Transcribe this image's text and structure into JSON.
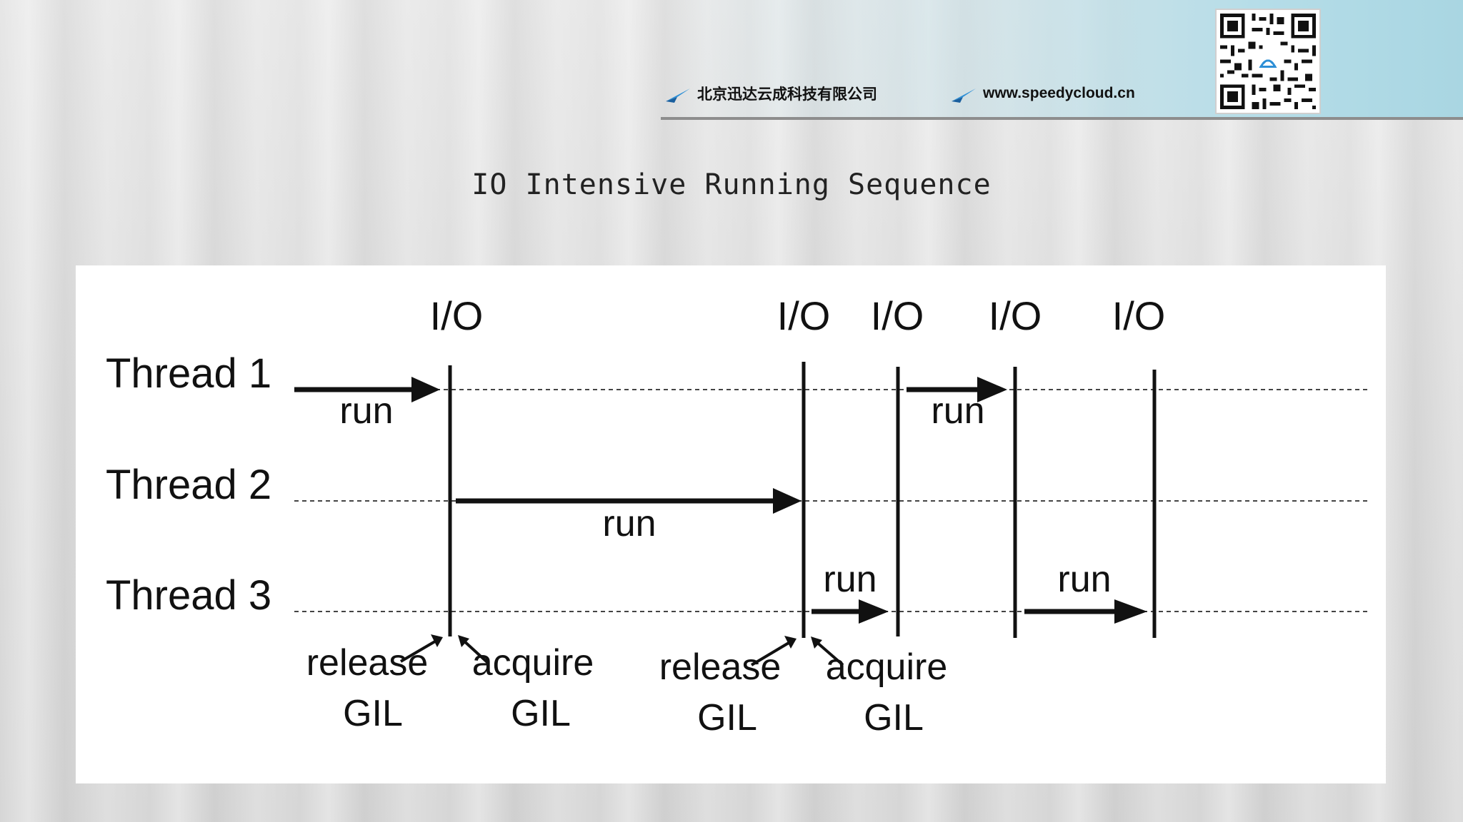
{
  "header": {
    "company_name": "北京迅达云成科技有限公司",
    "website": "www.speedycloud.cn",
    "qr_code_icon": "qr-code-icon",
    "accent_color": "#2d8fd6"
  },
  "slide": {
    "title": "IO Intensive Running Sequence"
  },
  "diagram": {
    "threads": [
      "Thread 1",
      "Thread 2",
      "Thread 3"
    ],
    "io_labels": [
      "I/O",
      "I/O",
      "I/O",
      "I/O",
      "I/O"
    ],
    "run_labels": [
      "run",
      "run",
      "run",
      "run",
      "run"
    ],
    "gil_annotations": [
      {
        "line1": "release",
        "line2": "GIL"
      },
      {
        "line1": "acquire",
        "line2": "GIL"
      },
      {
        "line1": "release",
        "line2": "GIL"
      },
      {
        "line1": "acquire",
        "line2": "GIL"
      }
    ]
  }
}
